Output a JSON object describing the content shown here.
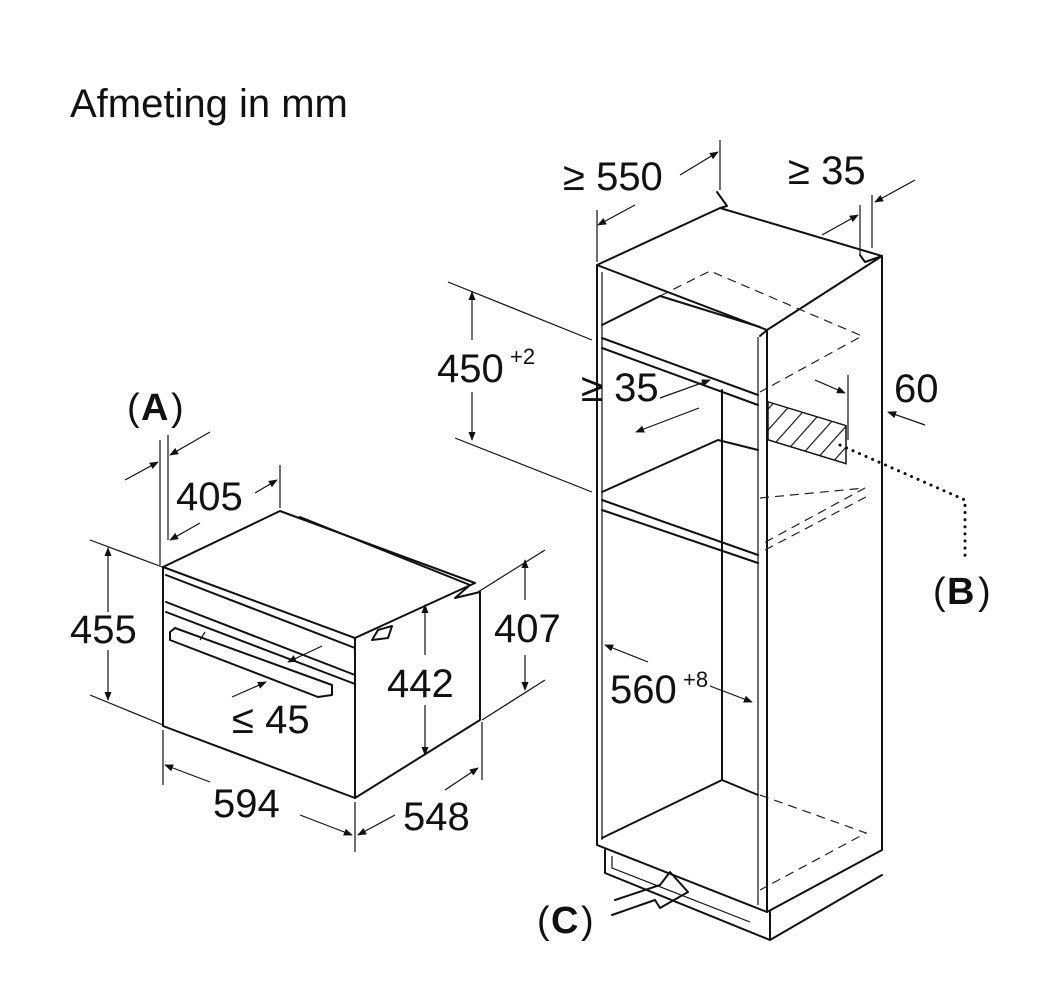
{
  "title": "Afmeting in mm",
  "appliance": {
    "label_a_open": "(",
    "label_a_letter": "A",
    "label_a_close": ")",
    "dim_width": "594",
    "dim_depth": "548",
    "dim_height": "455",
    "dim_front_depth": "405",
    "dim_body_height": "407",
    "dim_inner_height": "442",
    "dim_handle": "≤ 45"
  },
  "cabinet": {
    "dim_min_depth": "≥ 550",
    "dim_back_gap": "≥ 35",
    "dim_niche_height": "450",
    "dim_niche_height_tol": "+2",
    "dim_shelf_gap": "≥ 35",
    "dim_vent": "60",
    "dim_niche_width": "560",
    "dim_niche_width_tol": "+8",
    "label_b_open": "(",
    "label_b_letter": "B",
    "label_b_close": ")",
    "label_c_open": "(",
    "label_c_letter": "C",
    "label_c_close": ")"
  }
}
